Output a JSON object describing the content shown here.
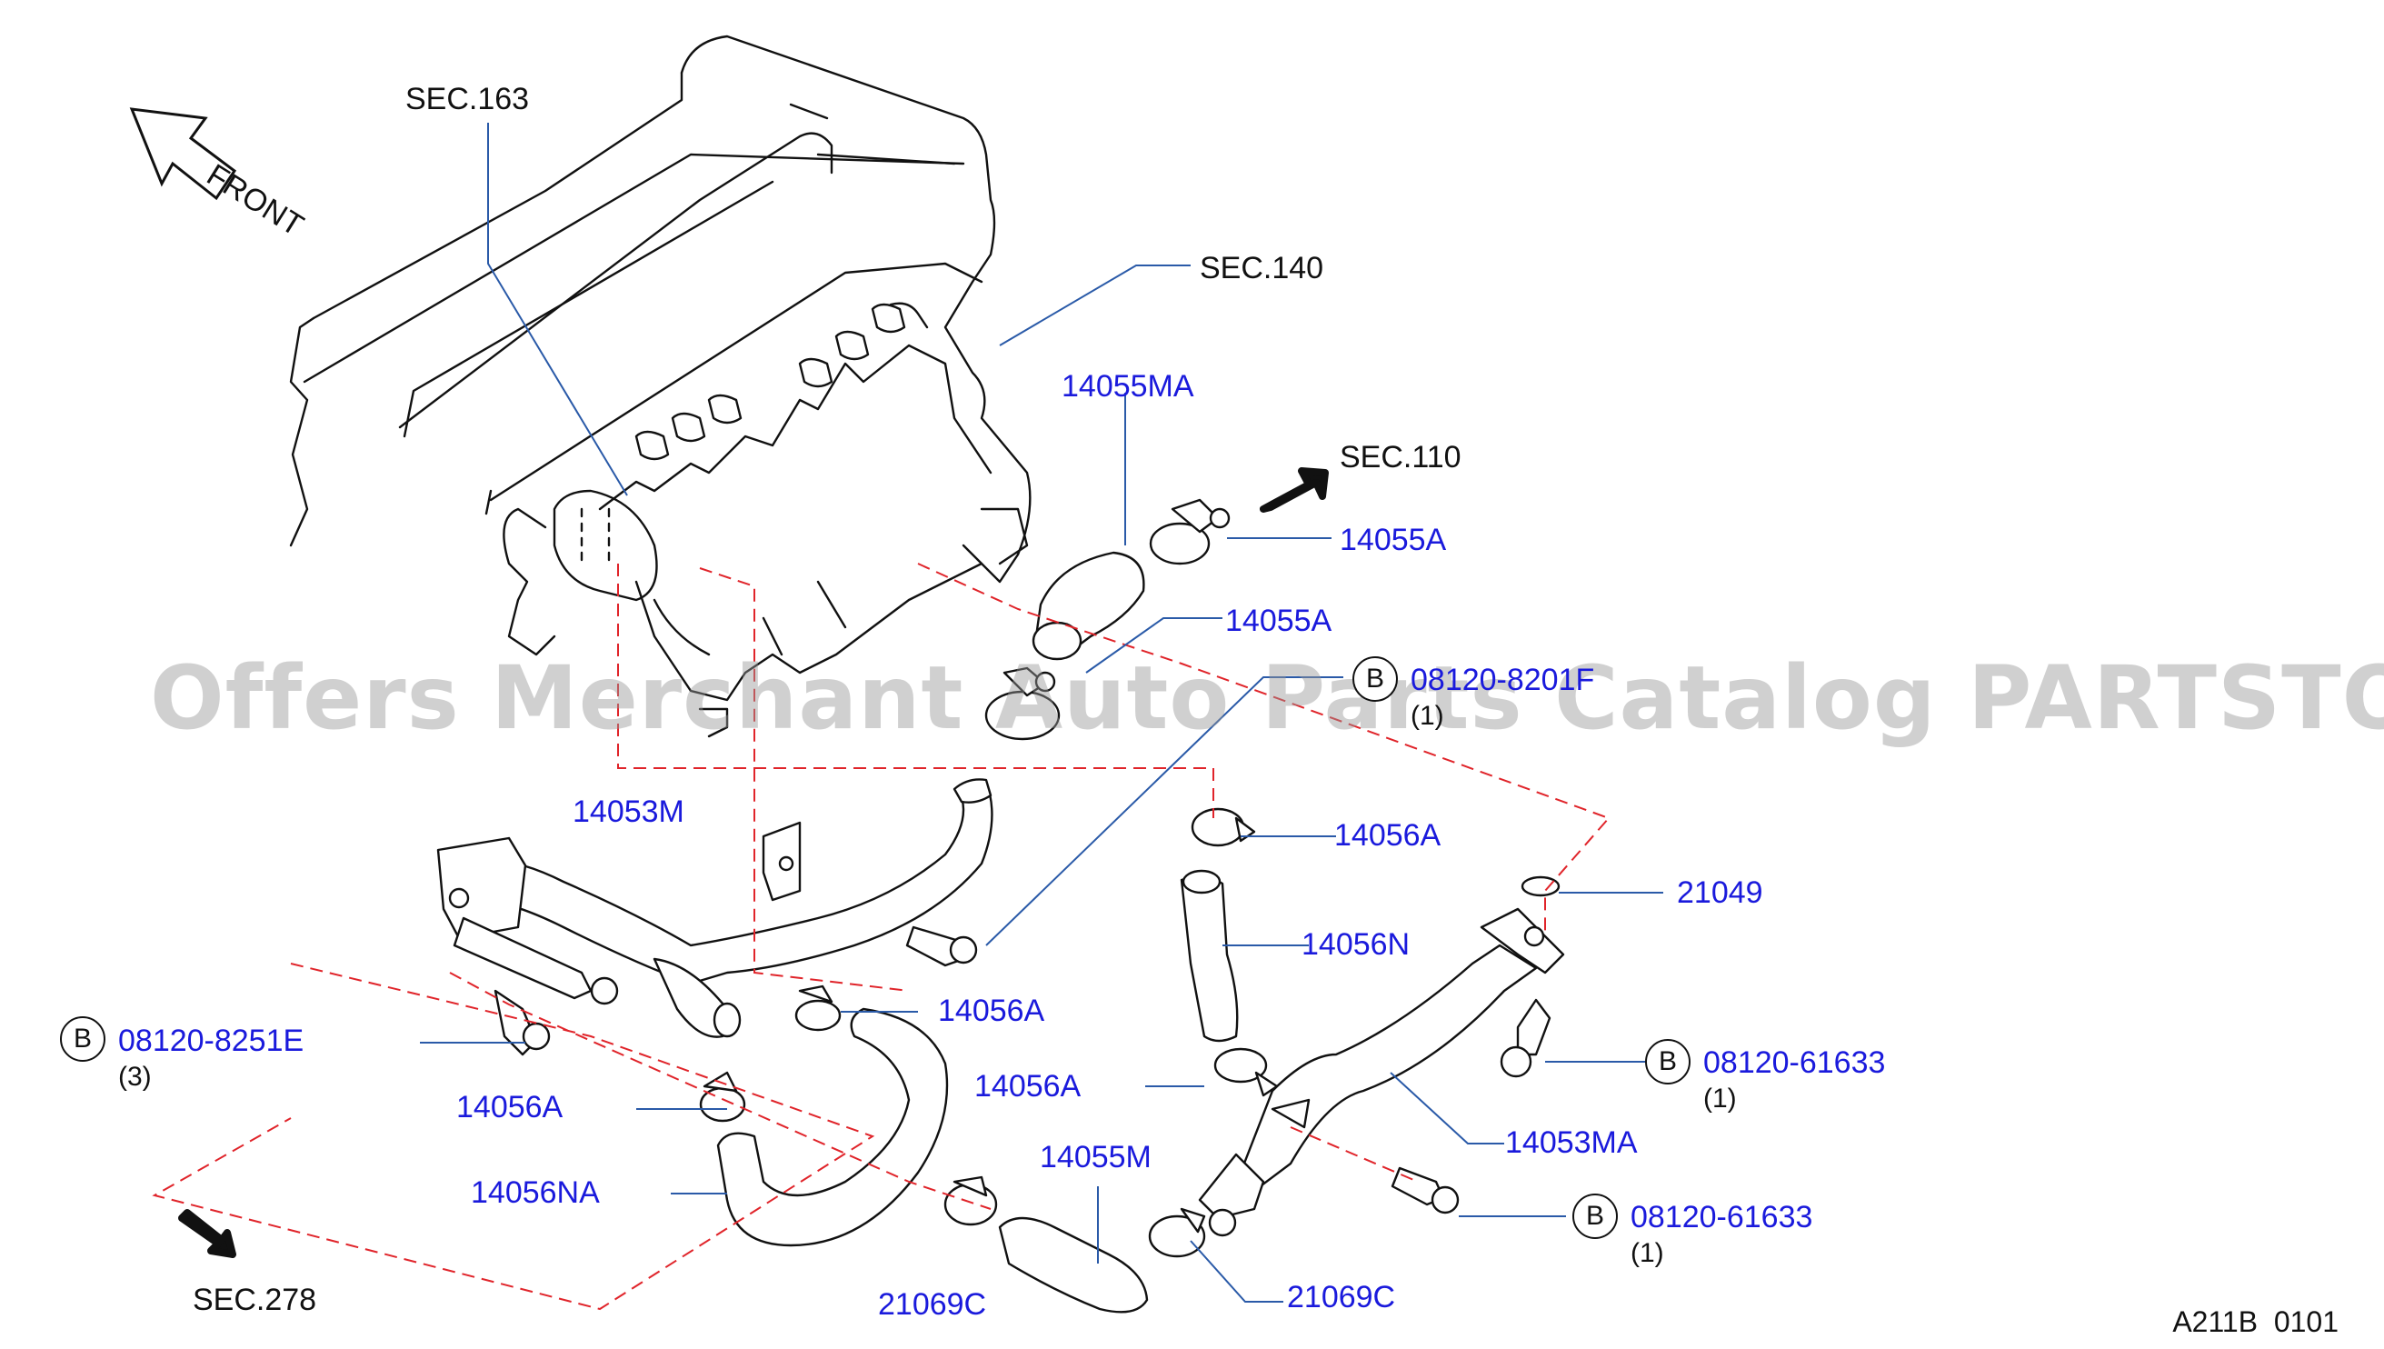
{
  "direction": {
    "label": "FRONT"
  },
  "sections": {
    "sec163": "SEC.163",
    "sec140": "SEC.140",
    "sec110": "SEC.110",
    "sec278": "SEC.278"
  },
  "parts": {
    "p14055MA": "14055MA",
    "p14055A_1": "14055A",
    "p14055A_2": "14055A",
    "p08120_8201F": "08120-8201F",
    "p14053M": "14053M",
    "p14056A_1": "14056A",
    "p21049": "21049",
    "p14056N": "14056N",
    "p14056A_2": "14056A",
    "p08120_8251E": "08120-8251E",
    "p14056A_3": "14056A",
    "p14056A_4": "14056A",
    "p08120_61633_1": "08120-61633",
    "p14053MA": "14053MA",
    "p14056NA": "14056NA",
    "p14055M": "14055M",
    "p08120_61633_2": "08120-61633",
    "p21069C_1": "21069C",
    "p21069C_2": "21069C"
  },
  "bolt_marker": "B",
  "quantities": {
    "q8201F": "(1)",
    "q8251E": "(3)",
    "q61633_1": "(1)",
    "q61633_2": "(1)"
  },
  "watermark": "Offers Merchant Auto Parts Catalog PARTSTORE.SA",
  "diagram_code": "A211B  0101",
  "colors": {
    "part_number": "#1a1adc",
    "leader_line": "#2a5aa8",
    "dashed_line": "#e0242a",
    "drawing": "#111111"
  }
}
